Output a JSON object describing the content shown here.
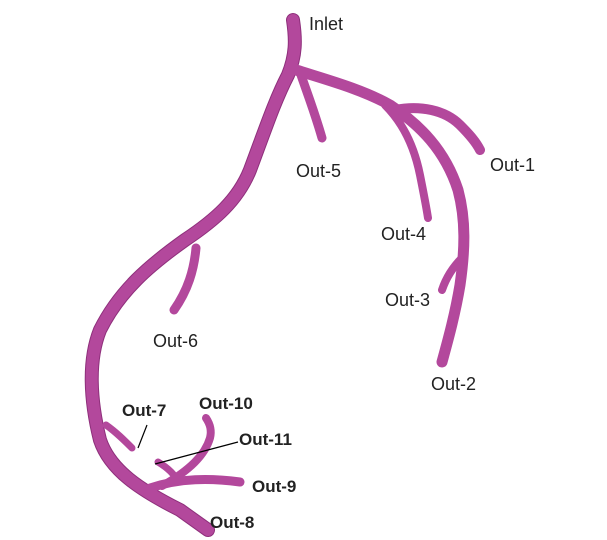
{
  "colors": {
    "vessel": "#b3489c",
    "vessel_shade": "#8e2f7b",
    "label": "#222222",
    "leader_line": "#000000"
  },
  "labels": {
    "inlet": "Inlet",
    "out1": "Out-1",
    "out2": "Out-2",
    "out3": "Out-3",
    "out4": "Out-4",
    "out5": "Out-5",
    "out6": "Out-6",
    "out7": "Out-7",
    "out8": "Out-8",
    "out9": "Out-9",
    "out10": "Out-10",
    "out11": "Out-11"
  }
}
